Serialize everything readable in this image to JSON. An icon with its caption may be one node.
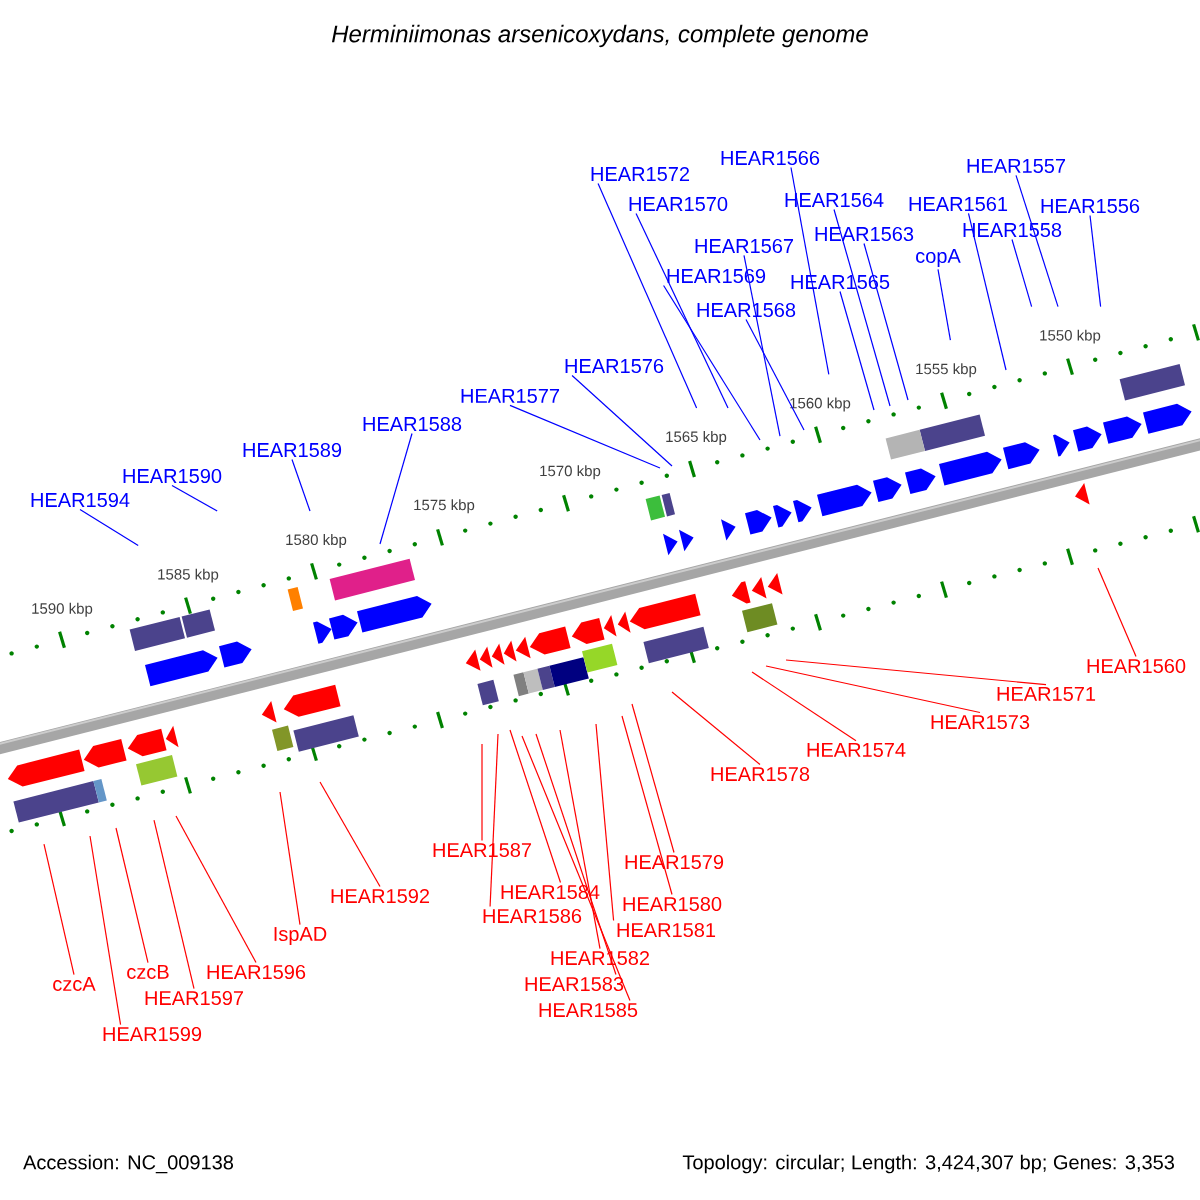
{
  "diagram": {
    "title": "Herminiimonas arsenicoxydans, complete genome",
    "nodes": [
      {
        "text": [
          "HEAR1594"
        ]
      },
      {
        "text": [
          "HEAR1590"
        ]
      },
      {
        "text": [
          "HEAR1589"
        ]
      },
      {
        "text": [
          "HEAR1588"
        ]
      },
      {
        "text": [
          "HEAR1577"
        ]
      },
      {
        "text": [
          "HEAR1576"
        ]
      },
      {
        "text": [
          "HEAR1572"
        ]
      },
      {
        "text": [
          "HEAR1570"
        ]
      },
      {
        "text": [
          "HEAR1569"
        ]
      },
      {
        "text": [
          "HEAR1567"
        ]
      },
      {
        "text": [
          "HEAR1568"
        ]
      },
      {
        "text": [
          "HEAR1566"
        ]
      },
      {
        "text": [
          "HEAR1565"
        ]
      },
      {
        "text": [
          "HEAR1564"
        ]
      },
      {
        "text": [
          "HEAR1563"
        ]
      },
      {
        "text": [
          "copA"
        ]
      },
      {
        "text": [
          "HEAR1561"
        ]
      },
      {
        "text": [
          "HEAR1558"
        ]
      },
      {
        "text": [
          "HEAR1557"
        ]
      },
      {
        "text": [
          "HEAR1556"
        ]
      },
      {
        "text": [
          "HEAR1560"
        ]
      },
      {
        "text": [
          "HEAR1571"
        ]
      },
      {
        "text": [
          "HEAR1573"
        ]
      },
      {
        "text": [
          "HEAR1574"
        ]
      },
      {
        "text": [
          "HEAR1578"
        ]
      },
      {
        "text": [
          "HEAR1587"
        ]
      },
      {
        "text": [
          "HEAR1579"
        ]
      },
      {
        "text": [
          "HEAR1584"
        ]
      },
      {
        "text": [
          "HEAR1580"
        ]
      },
      {
        "text": [
          "HEAR1586"
        ]
      },
      {
        "text": [
          "HEAR1581"
        ]
      },
      {
        "text": [
          "HEAR1582"
        ]
      },
      {
        "text": [
          "HEAR1583"
        ]
      },
      {
        "text": [
          "HEAR1585"
        ]
      },
      {
        "text": [
          "HEAR1592"
        ]
      },
      {
        "text": [
          "IspAD"
        ]
      },
      {
        "text": [
          "HEAR1596"
        ]
      },
      {
        "text": [
          "HEAR1597"
        ]
      },
      {
        "text": [
          "czcB"
        ]
      },
      {
        "text": [
          "czcA"
        ]
      },
      {
        "text": [
          "HEAR1599"
        ]
      }
    ],
    "edges": [
      {
        "from": 0,
        "to": null,
        "arrow": "none",
        "color": "#0000ff"
      },
      {
        "from": 1,
        "to": null,
        "arrow": "none",
        "color": "#0000ff"
      },
      {
        "from": 2,
        "to": null,
        "arrow": "none",
        "color": "#0000ff"
      },
      {
        "from": 3,
        "to": null,
        "arrow": "none",
        "color": "#0000ff"
      },
      {
        "from": 4,
        "to": null,
        "arrow": "none",
        "color": "#0000ff"
      },
      {
        "from": 5,
        "to": null,
        "arrow": "none",
        "color": "#0000ff"
      },
      {
        "from": 6,
        "to": null,
        "arrow": "none",
        "color": "#0000ff"
      },
      {
        "from": 7,
        "to": null,
        "arrow": "none",
        "color": "#0000ff"
      },
      {
        "from": 8,
        "to": null,
        "arrow": "none",
        "color": "#0000ff"
      },
      {
        "from": 9,
        "to": null,
        "arrow": "none",
        "color": "#0000ff"
      },
      {
        "from": 10,
        "to": null,
        "arrow": "none",
        "color": "#0000ff"
      },
      {
        "from": 11,
        "to": null,
        "arrow": "none",
        "color": "#0000ff"
      },
      {
        "from": 12,
        "to": null,
        "arrow": "none",
        "color": "#0000ff"
      },
      {
        "from": 13,
        "to": null,
        "arrow": "none",
        "color": "#0000ff"
      },
      {
        "from": 14,
        "to": null,
        "arrow": "none",
        "color": "#0000ff"
      },
      {
        "from": 15,
        "to": null,
        "arrow": "none",
        "color": "#0000ff"
      },
      {
        "from": 16,
        "to": null,
        "arrow": "none",
        "color": "#0000ff"
      },
      {
        "from": 17,
        "to": null,
        "arrow": "none",
        "color": "#0000ff"
      },
      {
        "from": 18,
        "to": null,
        "arrow": "none",
        "color": "#0000ff"
      },
      {
        "from": 19,
        "to": null,
        "arrow": "none",
        "color": "#0000ff"
      },
      {
        "from": 20,
        "to": null,
        "arrow": "none"
      },
      {
        "from": 21,
        "to": null,
        "arrow": "none"
      },
      {
        "from": 22,
        "to": null,
        "arrow": "none"
      },
      {
        "from": 23,
        "to": null,
        "arrow": "none"
      },
      {
        "from": 24,
        "to": null,
        "arrow": "none"
      },
      {
        "from": 25,
        "to": null,
        "arrow": "none"
      },
      {
        "from": 26,
        "to": null,
        "arrow": "none"
      },
      {
        "from": 27,
        "to": null,
        "arrow": "none"
      },
      {
        "from": 28,
        "to": null,
        "arrow": "none"
      },
      {
        "from": 29,
        "to": null,
        "arrow": "none"
      },
      {
        "from": 30,
        "to": null,
        "arrow": "none"
      },
      {
        "from": 31,
        "to": null,
        "arrow": "none"
      },
      {
        "from": 32,
        "to": null,
        "arrow": "none"
      },
      {
        "from": 33,
        "to": null,
        "arrow": "none"
      },
      {
        "from": 34,
        "to": null,
        "arrow": "none"
      },
      {
        "from": 35,
        "to": null,
        "arrow": "none"
      },
      {
        "from": 36,
        "to": null,
        "arrow": "none"
      },
      {
        "from": 37,
        "to": null,
        "arrow": "none"
      },
      {
        "from": 38,
        "to": null,
        "arrow": "none"
      },
      {
        "from": 39,
        "to": null,
        "arrow": "none"
      },
      {
        "from": 40,
        "to": null,
        "arrow": "none"
      }
    ],
    "labels": [
      "1550 kbp",
      "1555 kbp",
      "1560 kbp",
      "1565 kbp",
      "1570 kbp",
      "1575 kbp",
      "1580 kbp",
      "1585 kbp",
      "1590 kbp",
      "Accession: NC_009138",
      "Topology: circular; Length: 3,424,307 bp; Genes: 3,353"
    ]
  }
}
